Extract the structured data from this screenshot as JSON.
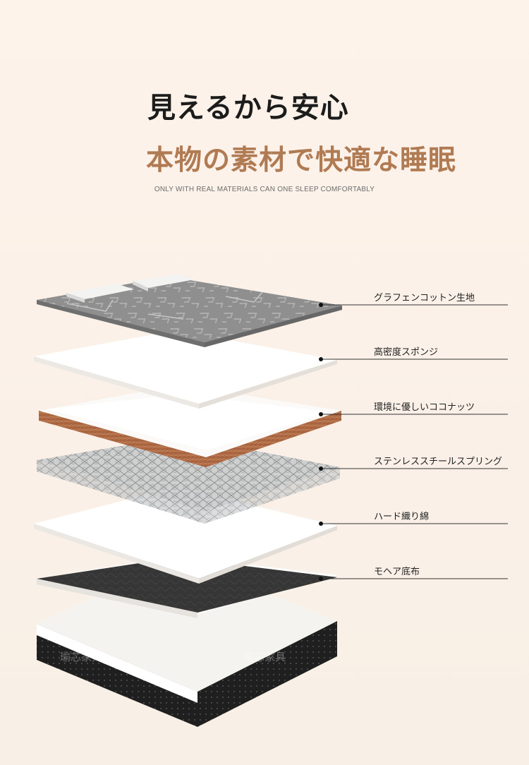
{
  "header": {
    "title": "見えるから安心",
    "subtitle": "本物の素材で快適な睡眠",
    "tagline": "ONLY WITH REAL MATERIALS CAN ONE SLEEP COMFORTABLY"
  },
  "layers": [
    {
      "name": "graphene-cotton",
      "label": "グラフェンコットン生地"
    },
    {
      "name": "high-density-sponge",
      "label": "高密度スポンジ"
    },
    {
      "name": "coconut-palm",
      "label": "環境に優しいココナッツ"
    },
    {
      "name": "steel-spring",
      "label": "ステンレススチールスプリング"
    },
    {
      "name": "hard-cotton",
      "label": "ハード織り綿"
    },
    {
      "name": "mohair-base",
      "label": "モヘア底布"
    }
  ],
  "watermark": {
    "text": "瑜芯家具"
  },
  "colors": {
    "title": "#1c1c1c",
    "accent": "#b07a52",
    "fabric": "#8e8e8e",
    "coconut": "#a8633f",
    "base": "#1e1e1e"
  }
}
